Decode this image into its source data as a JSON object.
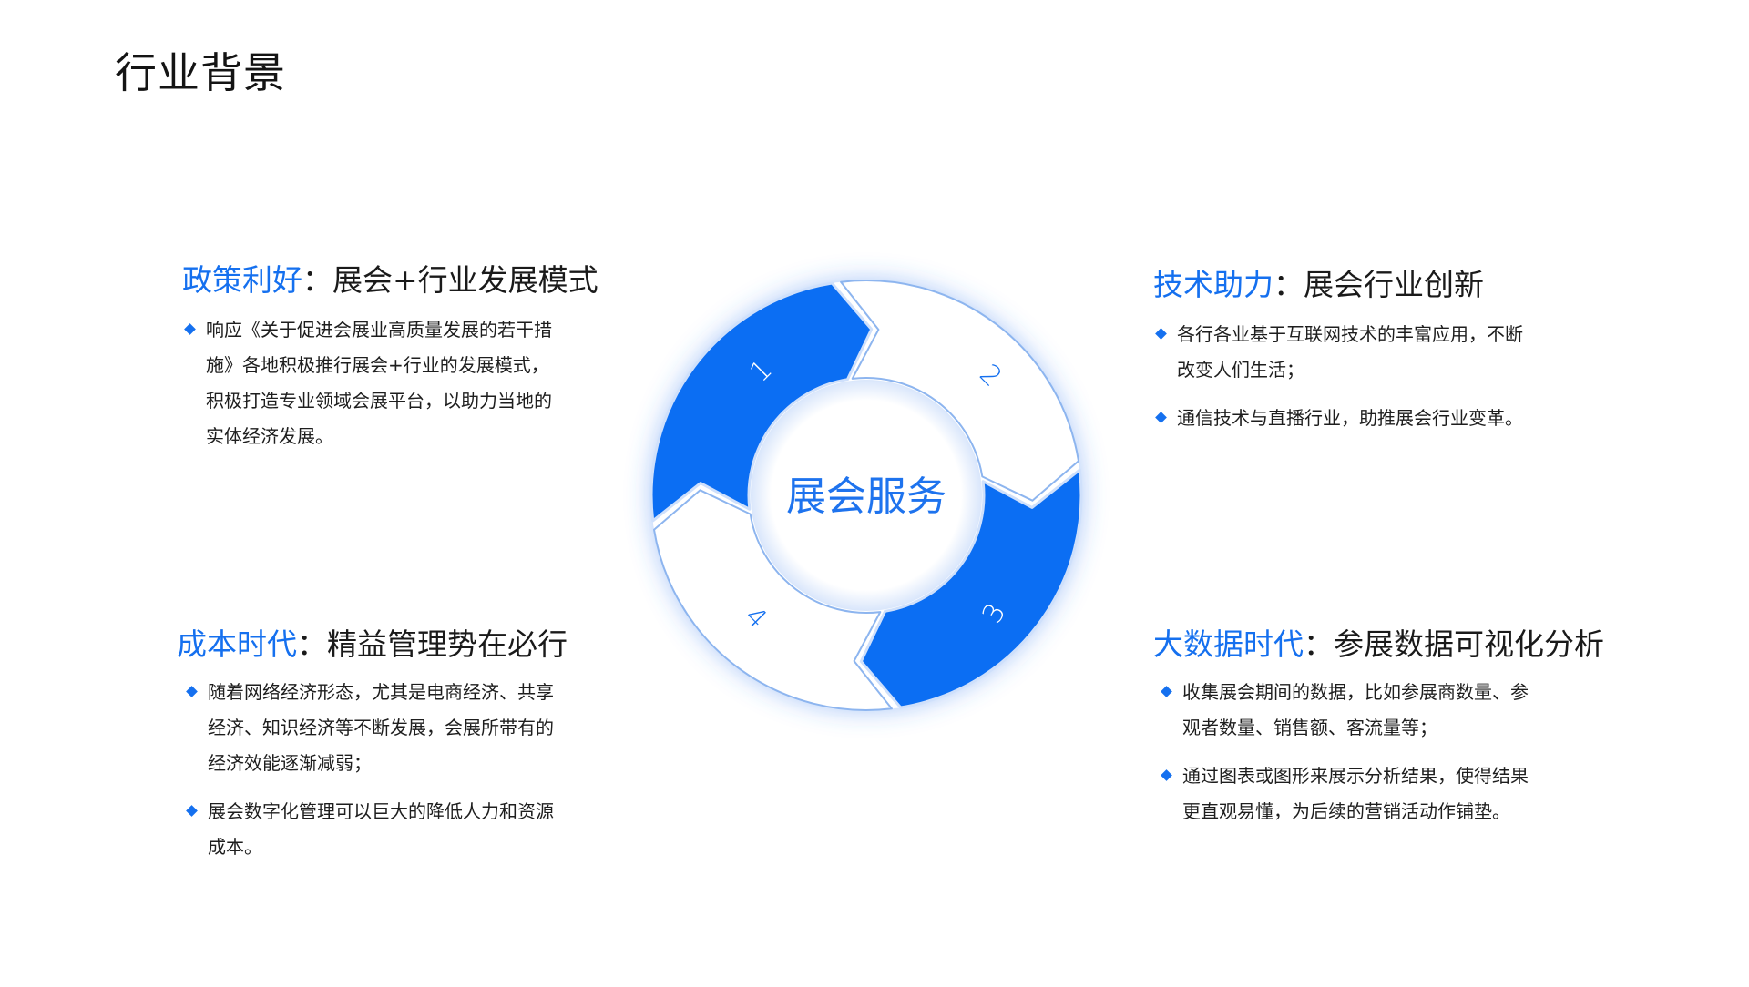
{
  "page": {
    "title": "行业背景"
  },
  "colors": {
    "accent": "#1570ef",
    "segment_blue": "#0b6ef3",
    "segment_white": "#ffffff",
    "segment_border": "#8db5ef",
    "text": "#1a1a1a"
  },
  "diagram": {
    "center_label": "展会服务",
    "segments": [
      {
        "number": "1",
        "style": "blue"
      },
      {
        "number": "2",
        "style": "white"
      },
      {
        "number": "3",
        "style": "blue"
      },
      {
        "number": "4",
        "style": "white"
      }
    ]
  },
  "sections": {
    "top_left": {
      "highlight": "政策利好",
      "separator": "：",
      "subtitle": "展会+行业发展模式",
      "bullets": [
        {
          "lines": [
            "响应《关于促进会展业高质量发展的若干措",
            "施》各地积极推行展会+行业的发展模式，",
            "积极打造专业领域会展平台，以助力当地的",
            "实体经济发展。"
          ]
        }
      ]
    },
    "bottom_left": {
      "highlight": "成本时代",
      "separator": "：",
      "subtitle": "精益管理势在必行",
      "bullets": [
        {
          "lines": [
            "随着网络经济形态，尤其是电商经济、共享",
            "经济、知识经济等不断发展，会展所带有的",
            "经济效能逐渐减弱；"
          ]
        },
        {
          "lines": [
            "展会数字化管理可以巨大的降低人力和资源",
            "成本。"
          ]
        }
      ]
    },
    "top_right": {
      "highlight": "技术助力",
      "separator": "：",
      "subtitle": "展会行业创新",
      "bullets": [
        {
          "lines": [
            "各行各业基于互联网技术的丰富应用，不断",
            "改变人们生活；"
          ]
        },
        {
          "lines": [
            "通信技术与直播行业，助推展会行业变革。"
          ]
        }
      ]
    },
    "bottom_right": {
      "highlight": "大数据时代",
      "separator": "：",
      "subtitle": "参展数据可视化分析",
      "bullets": [
        {
          "lines": [
            "收集展会期间的数据，比如参展商数量、参",
            "观者数量、销售额、客流量等；"
          ]
        },
        {
          "lines": [
            "通过图表或图形来展示分析结果，使得结果",
            "更直观易懂，为后续的营销活动作铺垫。"
          ]
        }
      ]
    }
  }
}
